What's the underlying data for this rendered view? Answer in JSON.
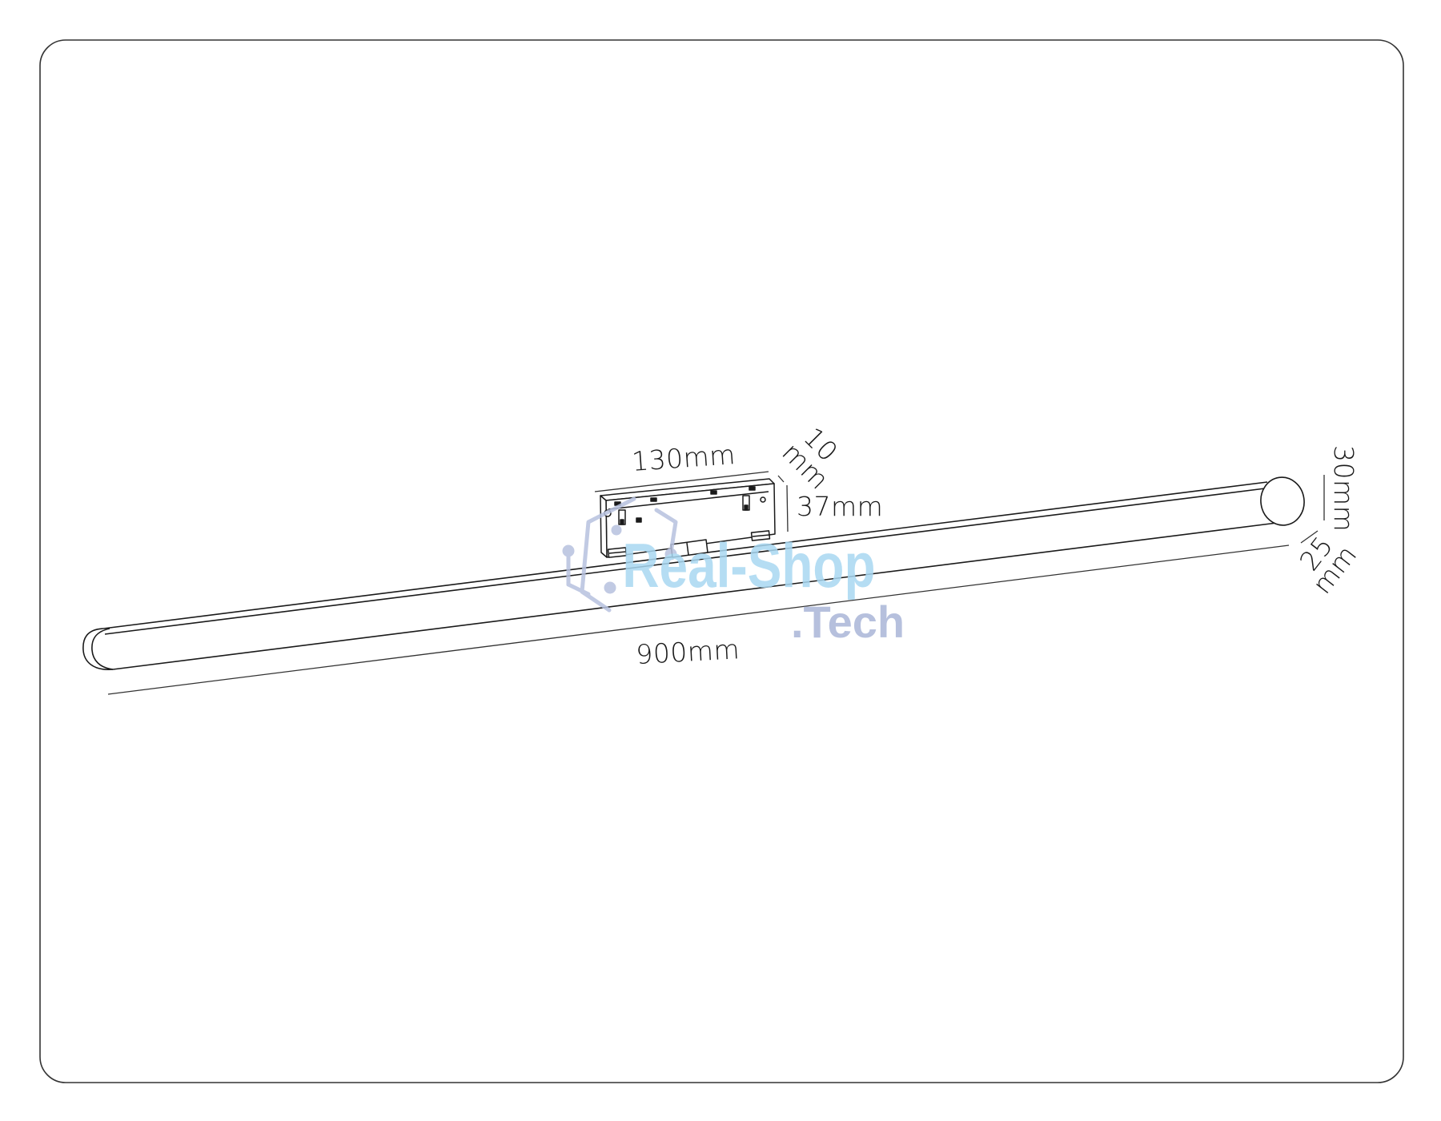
{
  "dimensions": {
    "length": "900mm",
    "bracket_width": "130mm",
    "bracket_depth_value": "10",
    "bracket_depth_unit": "mm",
    "bracket_height": "37mm",
    "tube_height": "30mm",
    "tube_depth_value": "25",
    "tube_depth_unit": "mm"
  },
  "watermark": {
    "brand": "Real-Shop",
    "suffix": ".Tech",
    "brand_color": "#a9d8f2",
    "suffix_color": "#aab6d8",
    "icon": "hexagon-circuit-icon"
  },
  "colors": {
    "line": "#1a1a1a",
    "frame": "#333333"
  }
}
